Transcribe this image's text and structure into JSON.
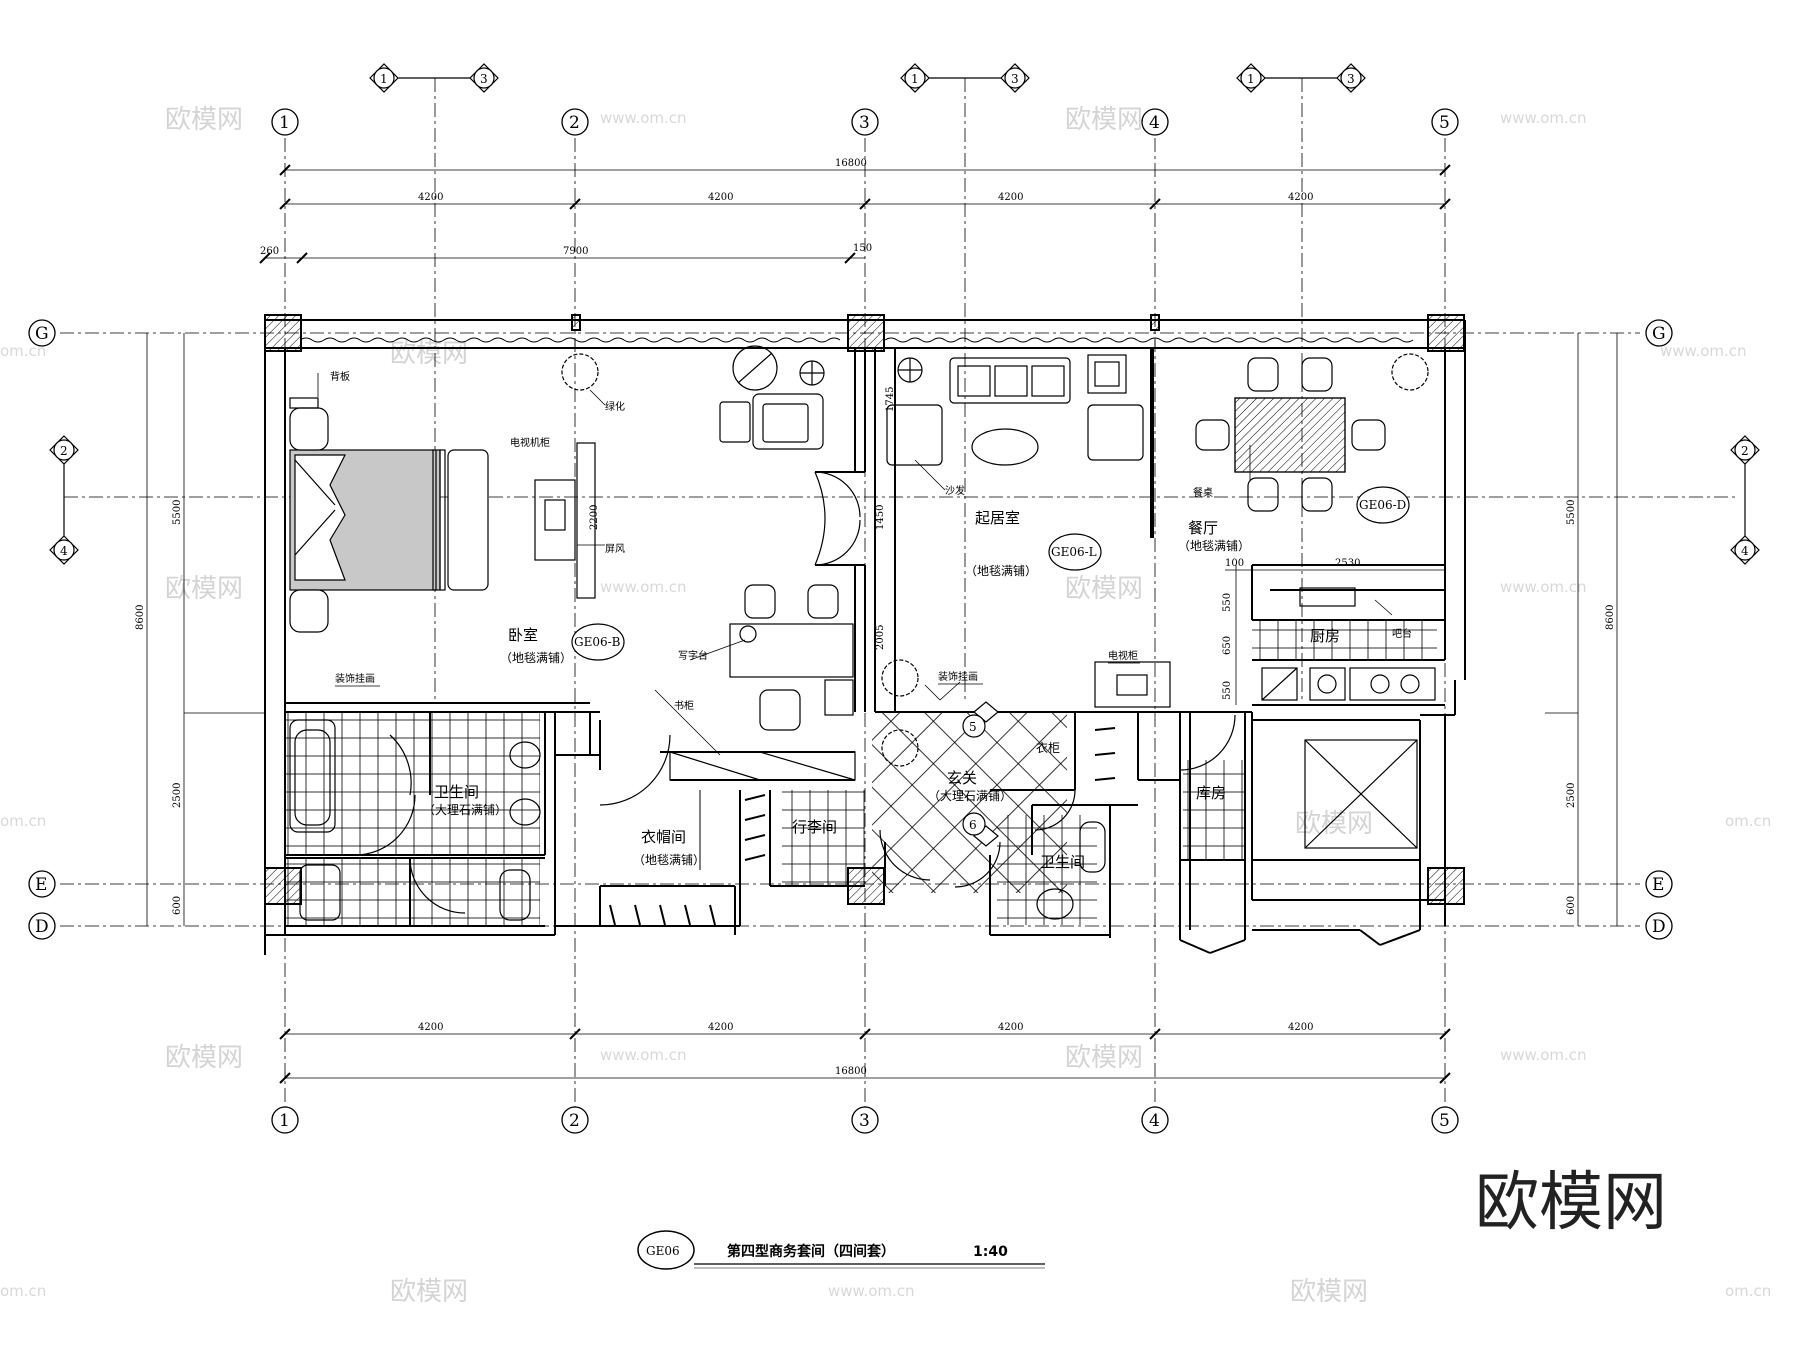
{
  "axes": {
    "cols": [
      "1",
      "2",
      "3",
      "4",
      "5"
    ],
    "rows": [
      "G",
      "E",
      "D"
    ],
    "split_top": [
      "1",
      "3"
    ],
    "split_side": [
      "2",
      "4"
    ]
  },
  "dims": {
    "total": "16800",
    "bay": "4200",
    "d260": "260",
    "d7900": "7900",
    "d150": "150",
    "side_total": "8600",
    "side_5500": "5500",
    "side_2500": "2500",
    "side_600": "600",
    "d1745": "1745",
    "d1450": "1450",
    "d2005": "2005",
    "d2200": "2200",
    "d100": "100",
    "d2530": "2530",
    "d550a": "550",
    "d650": "650",
    "d550b": "550"
  },
  "rooms": {
    "bedroom": "卧室",
    "bedroom_floor": "（地毯满铺）",
    "bedroom_tag": "GE06-B",
    "living": "起居室",
    "living_floor": "（地毯满铺）",
    "living_tag": "GE06-L",
    "dining": "餐厅",
    "dining_floor": "（地毯满铺）",
    "dining_tag": "GE06-D",
    "kitchen": "厨房",
    "bath1": "卫生间",
    "bath1_floor": "（大理石满铺）",
    "closet": "衣帽间",
    "closet_floor": "（地毯满铺）",
    "luggage": "行李间",
    "foyer": "玄关",
    "foyer_floor": "（大理石满铺）",
    "bath2": "卫生间",
    "storage": "库房",
    "wardrobe": "衣柜"
  },
  "labels": {
    "headboard": "背板",
    "greenery": "绿化",
    "tv_cabinet": "电视机柜",
    "screen": "屏风",
    "sofa": "沙发",
    "dining_table": "餐桌",
    "decor1": "装饰挂画",
    "decor2": "装饰挂画",
    "desk": "写字台",
    "bookcase": "书柜",
    "tv_cabinet2": "电视柜",
    "bar": "吧台",
    "marker5": "5",
    "marker6": "6"
  },
  "title_block": {
    "code": "GE06",
    "title": "第四型商务套间（四间套）",
    "scale": "1:40"
  },
  "watermark": {
    "brand": "欧模网",
    "url": "www.om.cn",
    "om": "om.cn"
  }
}
